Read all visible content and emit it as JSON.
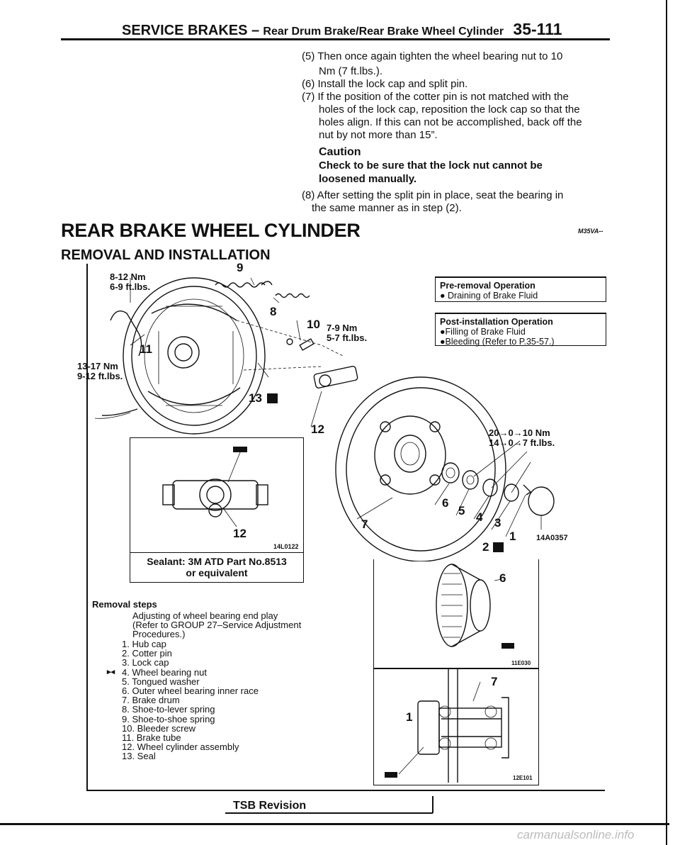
{
  "header": {
    "title_main": "SERVICE BRAKES –",
    "title_sub": "Rear Drum Brake/Rear Brake Wheel Cylinder",
    "page": "35-111"
  },
  "procedure": {
    "step5_a": "(5) Then once again tighten the wheel bearing nut to 10",
    "step5_b": "Nm (7 ft.lbs.).",
    "step6": "(6) Install the lock cap and split pin.",
    "step7_a": "(7) If the position of the cotter pin is not matched with the",
    "step7_b": "holes of the lock cap, reposition the lock cap so that the",
    "step7_c": "holes align. If this can not be accomplished, back off the",
    "step7_d": "nut by not more than 15”.",
    "caution_title": "Caution",
    "caution_a": "Check to be sure that the lock nut cannot be",
    "caution_b": "loosened manually.",
    "step8_a": "(8) After setting the split pin in place, seat the bearing in",
    "step8_b": "the same manner as in step (2)."
  },
  "section": {
    "title": "REAR BRAKE WHEEL CYLINDER",
    "code": "M35VA--",
    "subtitle": "REMOVAL AND INSTALLATION"
  },
  "pre_removal": {
    "title": "Pre-removal Operation",
    "item": "● Draining of Brake Fluid"
  },
  "post_install": {
    "title": "Post-installation Operation",
    "item1": "●Filling of Brake Fluid",
    "item2": "●Bleeding (Refer to P.35-57.)"
  },
  "diagram": {
    "torque_a_1": "8-12 Nm",
    "torque_a_2": "6-9 ft.lbs.",
    "torque_b_1": "7-9 Nm",
    "torque_b_2": "5-7 ft.lbs.",
    "torque_c_1": "13-17 Nm",
    "torque_c_2": "9-12 ft.lbs.",
    "torque_d_1": "20→0→10 Nm",
    "torque_d_2": "14→0→7 ft.lbs.",
    "n9": "9",
    "n8": "8",
    "n10": "10",
    "n11": "11",
    "n13": "13",
    "n12a": "12",
    "n12b": "12",
    "n7": "7",
    "n6": "6",
    "n5": "5",
    "n4": "4",
    "n3": "3",
    "n1": "1",
    "n2": "2",
    "fig_main": "14A0357",
    "fig_cyl": "14L0122",
    "sealant_1": "Sealant: 3M ATD Part No.8513",
    "sealant_2": "or equivalent",
    "fig_bearing": "11E030",
    "bearing_n6": "6",
    "fig_section": "12E101",
    "section_n1": "1",
    "section_n7": "7"
  },
  "removal": {
    "title": "Removal steps",
    "intro_1": "Adjusting of wheel bearing end play",
    "intro_2": "(Refer to GROUP 27–Service Adjustment",
    "intro_3": "Procedures.)",
    "marker": "▸◂",
    "steps": [
      "1. Hub cap",
      "2. Cotter pin",
      "3. Lock cap",
      "4. Wheel bearing nut",
      "5. Tongued washer",
      "6. Outer wheel bearing inner race",
      "7. Brake drum",
      "8. Shoe-to-lever spring",
      "9. Shoe-to-shoe spring",
      "10. Bleeder screw",
      "11. Brake tube",
      "12. Wheel cylinder assembly",
      "13. Seal"
    ]
  },
  "footer": {
    "tsb": "TSB Revision",
    "watermark": "carmanualsonline.info"
  }
}
